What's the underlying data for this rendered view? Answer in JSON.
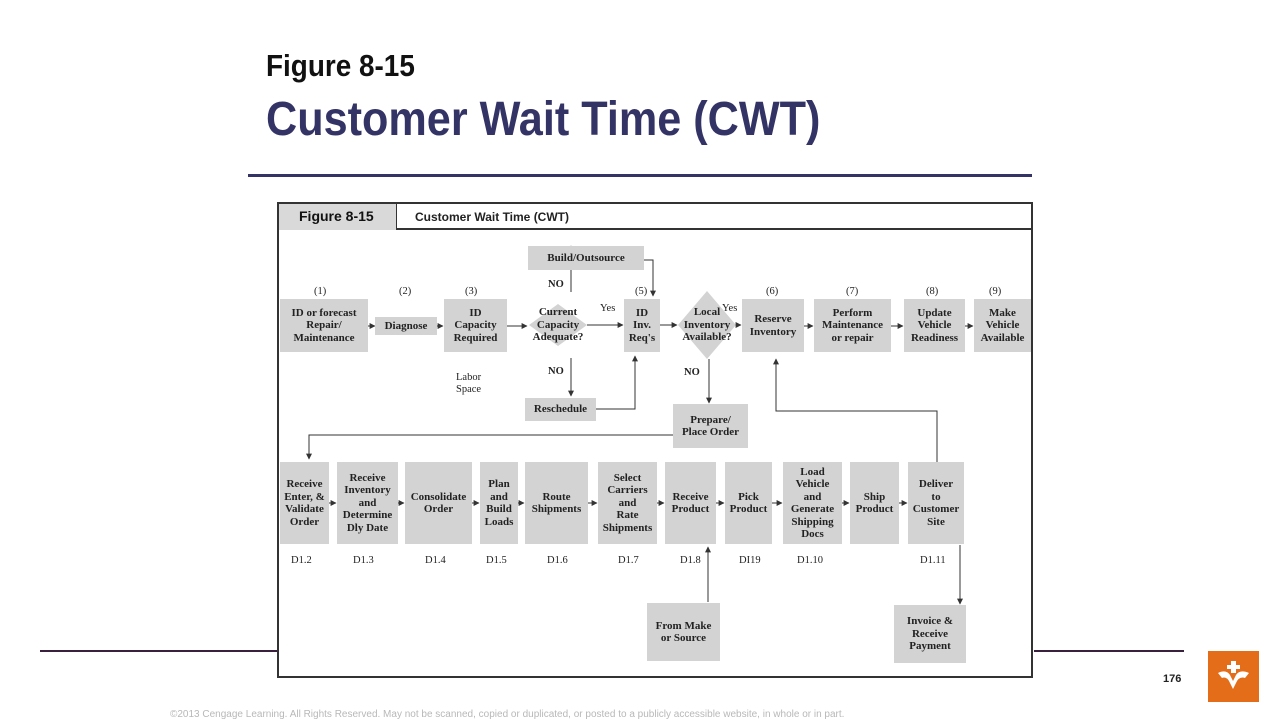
{
  "slide": {
    "title_line1": "Figure 8-15",
    "title_line2": "Customer Wait Time (CWT)",
    "page_number": "176",
    "copyright": "©2013 Cengage Learning. All Rights Reserved. May not be scanned, copied or duplicated, or posted to a publicly accessible website, in whole or in part.",
    "accent_color": "#333366",
    "logo_color": "#e46d19"
  },
  "figure": {
    "tab_label": "Figure 8-15",
    "header_title": "Customer Wait Time (CWT)",
    "top_row": {
      "step_numbers": [
        "(1)",
        "(2)",
        "(3)",
        "(5)",
        "(6)",
        "(7)",
        "(8)",
        "(9)"
      ],
      "boxes": {
        "forecast": "ID or forecast\nRepair/\nMaintenance",
        "diagnose": "Diagnose",
        "capacity": "ID\nCapacity\nRequired",
        "inv_req": "ID\nInv.\nReq's",
        "reserve": "Reserve\nInventory",
        "perform": "Perform\nMaintenance\nor repair",
        "update": "Update\nVehicle\nReadiness",
        "make_available": "Make\nVehicle\nAvailable",
        "build": "Build/Outsource",
        "reschedule": "Reschedule",
        "prepare": "Prepare/\nPlace Order"
      },
      "decisions": {
        "capacity_adequate": "Current\nCapacity\nAdequate?",
        "local_inventory": "Local\nInventory\nAvailable?"
      },
      "labels": {
        "no_top": "NO",
        "yes_1": "Yes",
        "no_bottom": "NO",
        "yes_2": "Yes",
        "no_inventory": "NO",
        "labor_space": "Labor\nSpace"
      }
    },
    "bottom_row": {
      "boxes": [
        "Receive\nEnter, &\nValidate\nOrder",
        "Receive\nInventory\nand\nDetermine\nDly Date",
        "Consolidate\nOrder",
        "Plan\nand\nBuild\nLoads",
        "Route\nShipments",
        "Select\nCarriers\nand\nRate\nShipments",
        "Receive\nProduct",
        "Pick\nProduct",
        "Load\nVehicle\nand\nGenerate\nShipping\nDocs",
        "Ship\nProduct",
        "Deliver\nto\nCustomer\nSite"
      ],
      "codes": [
        "D1.2",
        "D1.3",
        "D1.4",
        "D1.5",
        "D1.6",
        "D1.7",
        "D1.8",
        "DI19",
        "D1.10",
        "D1.11"
      ],
      "from_make": "From Make\nor Source",
      "invoice": "Invoice &\nReceive\nPayment"
    }
  }
}
